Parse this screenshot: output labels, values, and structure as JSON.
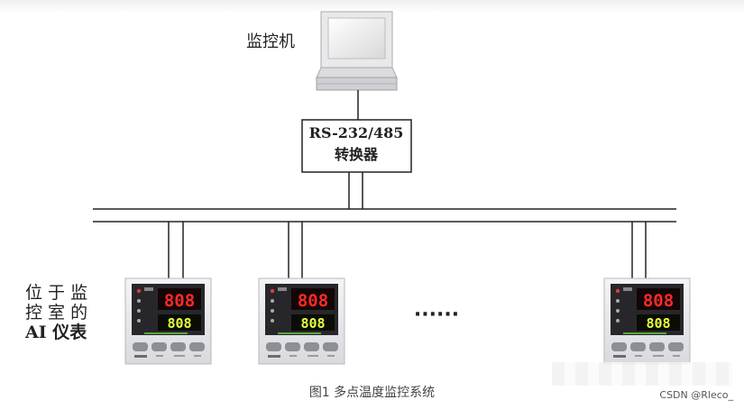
{
  "computer": {
    "label": "监控机"
  },
  "converter": {
    "line1": "RS-232/485",
    "line2": "转换器"
  },
  "instruments_label": {
    "line1": "位 于 监",
    "line2": "控 室 的",
    "line3": "AI 仪表"
  },
  "instrument": {
    "pv": "808",
    "sv": "808"
  },
  "ellipsis": "······",
  "caption": "图1 多点温度监控系统",
  "watermark": "CSDN @Rleco_"
}
